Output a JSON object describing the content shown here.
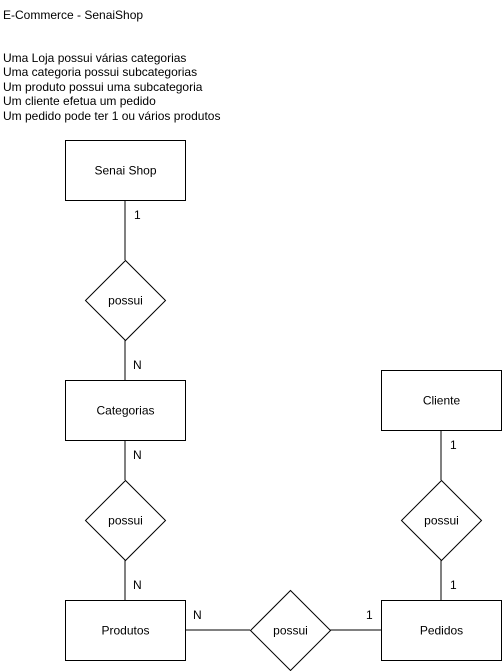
{
  "title": "E-Commerce - SenaiShop",
  "notes": [
    "Uma Loja possui várias categorias",
    "Uma categoria possui subcategorias",
    "Um produto possui uma subcategoria",
    "Um cliente efetua um pedido",
    "Um pedido pode ter 1 ou vários produtos"
  ],
  "entities": {
    "senai_shop": "Senai Shop",
    "categorias": "Categorias",
    "produtos": "Produtos",
    "cliente": "Cliente",
    "pedidos": "Pedidos"
  },
  "relationships": {
    "shop_categorias": "possui",
    "categorias_produtos": "possui",
    "produtos_pedidos": "possui",
    "cliente_pedidos": "possui"
  },
  "cardinalities": {
    "shop_side": "1",
    "categorias_top": "N",
    "categorias_bottom": "N",
    "produtos_top": "N",
    "produtos_right": "N",
    "pedidos_left": "1",
    "cliente_bottom": "1",
    "pedidos_top": "1"
  }
}
